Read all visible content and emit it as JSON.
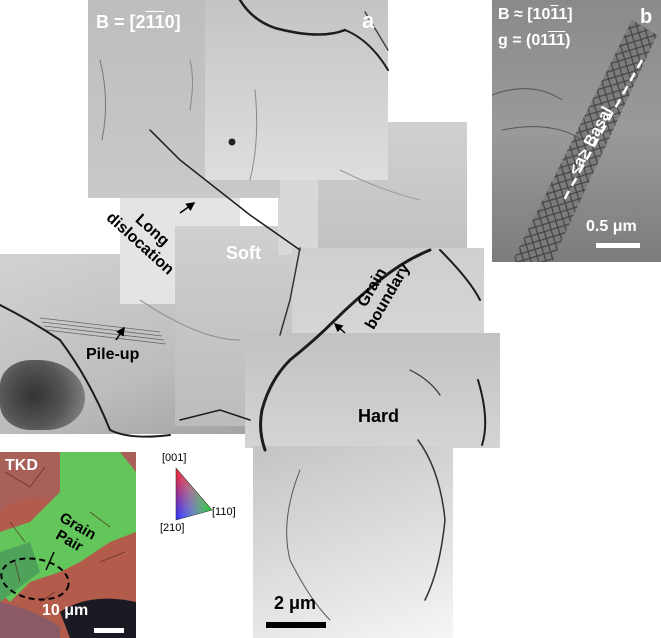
{
  "panel_a": {
    "panel_letter": "a",
    "zone_axis": {
      "prefix": "B = [2",
      "d1": "1",
      "d2": "1",
      "suffix": "0]"
    },
    "labels": {
      "long_dislocation": "Long dislocation",
      "soft": "Soft",
      "pile_up": "Pile-up",
      "grain_boundary": "Grain boundary",
      "hard": "Hard"
    },
    "scale_bar": "2 μm"
  },
  "panel_b": {
    "panel_letter": "b",
    "zone_axis": {
      "prefix": "B ≈ [10",
      "d1": "1",
      "suffix": "1]"
    },
    "g_vector": {
      "prefix": "g = (01",
      "d1": "1",
      "d2": "1",
      "suffix": ")"
    },
    "basal_label": "<a> Basal",
    "scale_bar": "0.5 μm"
  },
  "tkd": {
    "title": "TKD",
    "grain_pair": "Grain Pair",
    "scale_bar": "10 μm",
    "legend": {
      "top": "[001]",
      "right": "[110]",
      "bottom": "[210]"
    }
  }
}
